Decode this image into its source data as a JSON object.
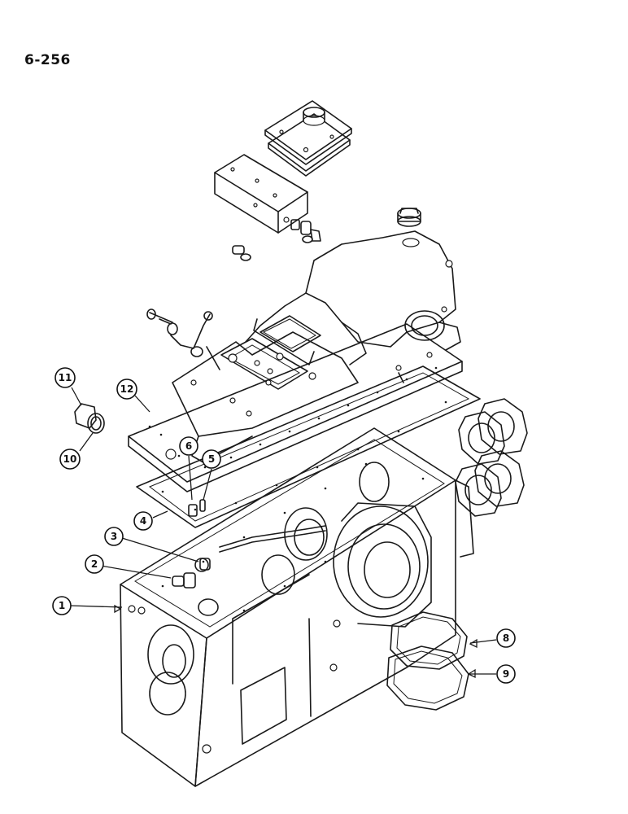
{
  "page_number": "6-256",
  "callouts": [
    "1",
    "2",
    "3",
    "4",
    "5",
    "6",
    "8",
    "9",
    "10",
    "11",
    "12"
  ]
}
